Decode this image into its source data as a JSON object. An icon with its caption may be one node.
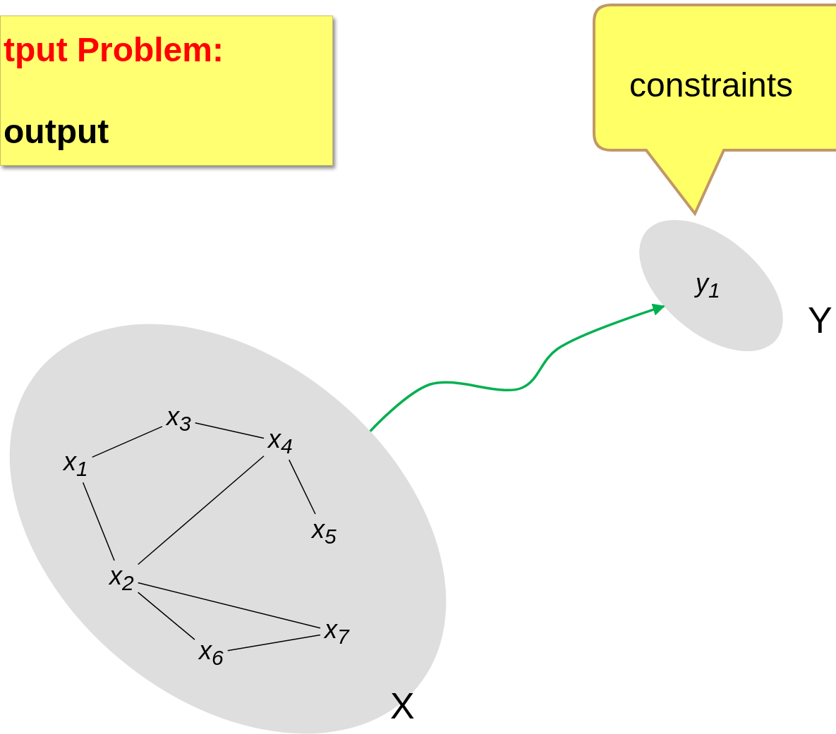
{
  "diagram": {
    "nodes": [
      {
        "text": [
          "tput Problem:",
          "output"
        ]
      },
      {
        "text": [
          "constraints"
        ]
      },
      {
        "text": [
          "X"
        ]
      },
      {
        "text": [
          "x$_{1}$"
        ],
        "in": 2
      },
      {
        "text": [
          "x$_{3}$"
        ],
        "in": 2
      },
      {
        "text": [
          "x$_{4}$"
        ],
        "in": 2
      },
      {
        "text": [
          "x$_{5}$"
        ],
        "in": 2
      },
      {
        "text": [
          "x$_{2}$"
        ],
        "in": 2
      },
      {
        "text": [
          "x$_{7}$"
        ],
        "in": 2
      },
      {
        "text": [
          "x$_{6}$"
        ],
        "in": 2
      },
      {
        "text": [
          "y$_{1}$",
          "Y"
        ]
      }
    ],
    "edges": [
      {
        "from": 3,
        "to": 4,
        "arrow": "none"
      },
      {
        "from": 4,
        "to": 5,
        "arrow": "none"
      },
      {
        "from": 3,
        "to": 7,
        "arrow": "none"
      },
      {
        "from": 5,
        "to": 7,
        "arrow": "none"
      },
      {
        "from": 5,
        "to": 6,
        "arrow": "none"
      },
      {
        "from": 7,
        "to": 8,
        "arrow": "none"
      },
      {
        "from": 7,
        "to": 9,
        "arrow": "none"
      },
      {
        "from": 9,
        "to": 8,
        "arrow": "none"
      },
      {
        "from": 2,
        "to": 10,
        "arrow": "to",
        "style": "thick",
        "color": "#00b050"
      }
    ]
  }
}
